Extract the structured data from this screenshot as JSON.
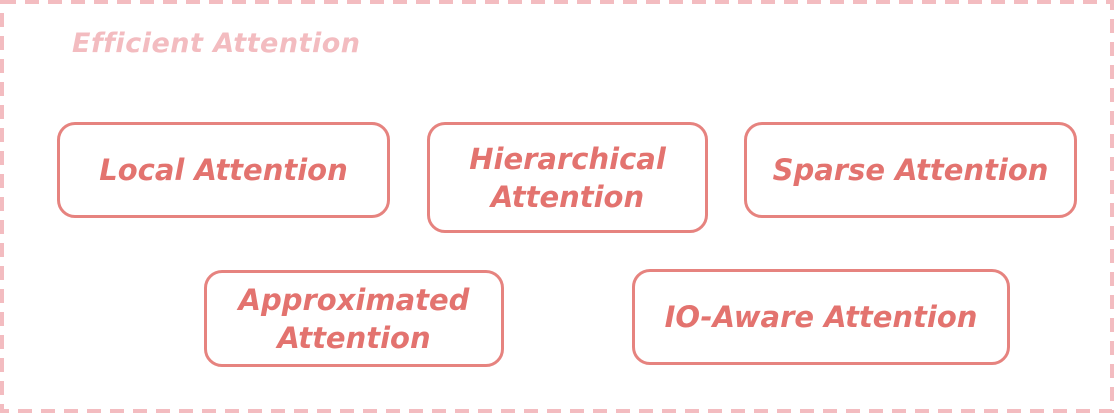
{
  "group": {
    "title": "Efficient Attention",
    "border_color": "#f3bcc0"
  },
  "nodes": [
    {
      "label": "Local Attention"
    },
    {
      "label": "Hierarchical\nAttention"
    },
    {
      "label": "Sparse Attention"
    },
    {
      "label": "Approximated\nAttention"
    },
    {
      "label": "IO-Aware Attention"
    }
  ],
  "colors": {
    "node_border": "#e6837f",
    "node_text": "#e3736f",
    "title_text": "#f3bcc0"
  }
}
